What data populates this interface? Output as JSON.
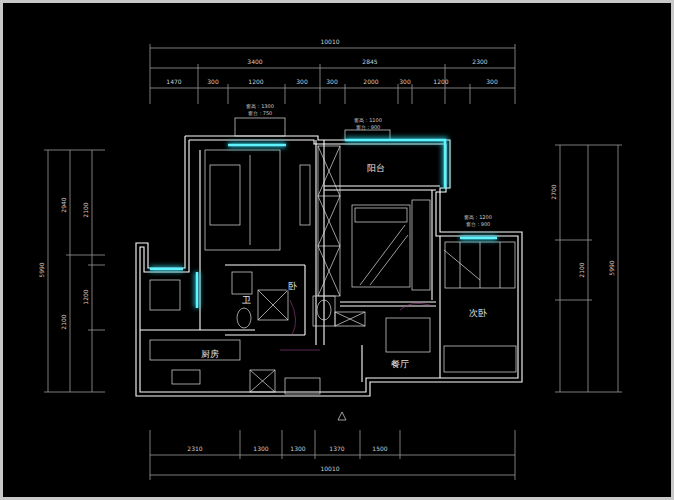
{
  "diagram": {
    "labels": [
      "10010",
      "3400",
      "2845",
      "2300",
      "1470",
      "300",
      "1200",
      "300",
      "300",
      "2000",
      "300",
      "1200",
      "300",
      "窗高：1300",
      "窗台：750",
      "窗高：1100",
      "窗台：900",
      "窗高：1200",
      "窗台：900",
      "阳台",
      "卧",
      "卫",
      "厨房",
      "餐厅",
      "次卧",
      "2310",
      "1300",
      "1300",
      "1370",
      "1500",
      "10010",
      "5990",
      "2940",
      "2100",
      "2100",
      "1200",
      "2700",
      "2100",
      "5990"
    ]
  }
}
